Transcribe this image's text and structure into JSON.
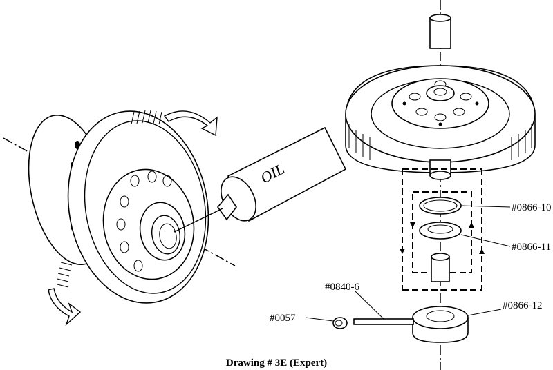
{
  "caption": "Drawing # 3E (Expert)",
  "oil_can_text": "OIL",
  "callouts": [
    {
      "id": "0866-10",
      "text": "#0866-10"
    },
    {
      "id": "0866-11",
      "text": "#0866-11"
    },
    {
      "id": "0840-6",
      "text": "#0840-6"
    },
    {
      "id": "0057",
      "text": "#0057"
    },
    {
      "id": "0866-12",
      "text": "#0866-12"
    }
  ]
}
